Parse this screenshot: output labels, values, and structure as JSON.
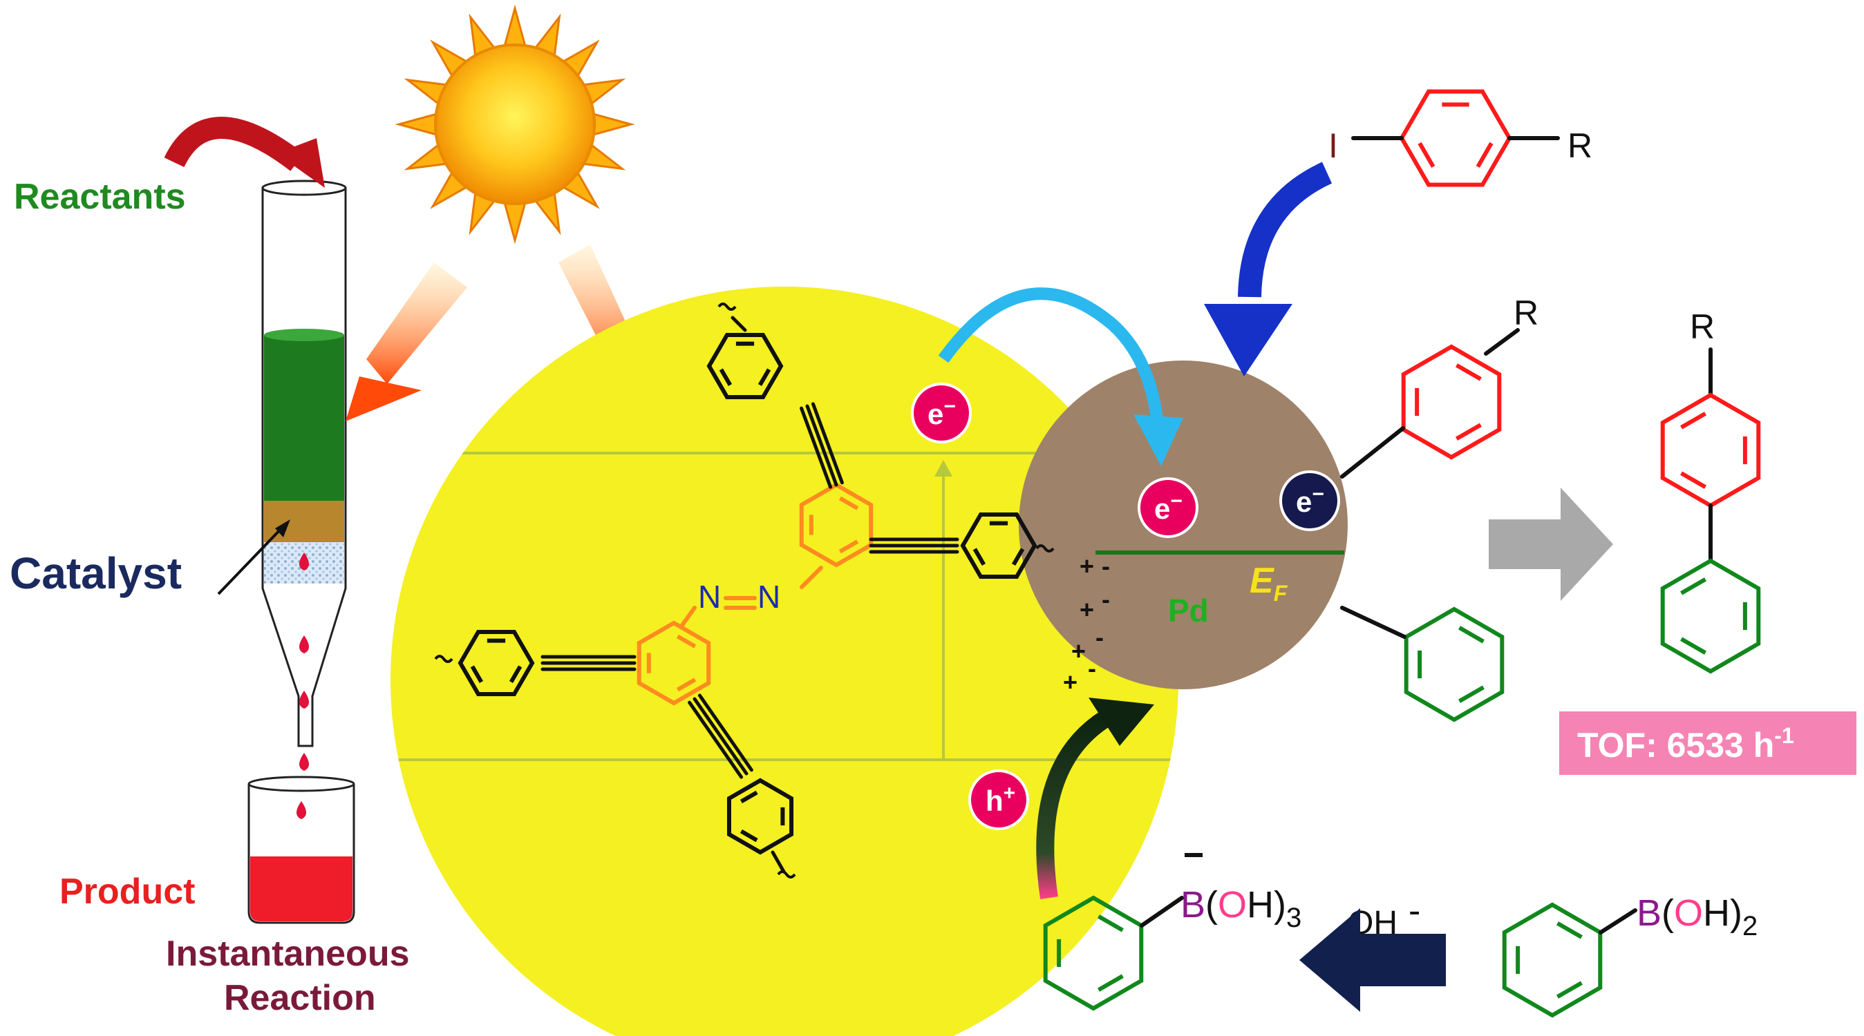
{
  "labels": {
    "reactants": "Reactants",
    "catalyst": "Catalyst",
    "product": "Product",
    "instantaneous_line1": "Instantaneous",
    "instantaneous_line2": "Reaction",
    "electron": "e",
    "electron_charge": "−",
    "hole": "h",
    "hole_charge": "+",
    "pd": "Pd",
    "fermi_main": "E",
    "fermi_sub": "F",
    "nitrogen": "N",
    "iodine": "I",
    "r_group": "R",
    "tof": "TOF: 6533 h",
    "tof_exp": "-1",
    "boronate_b": "B",
    "boronate_open": "(",
    "boronate_o": "O",
    "boronate_close": "H)",
    "boronate_sub": "3",
    "boronate_minus": "−",
    "hydroxide": "OH",
    "hydroxide_minus": "-",
    "boronic_b": "B",
    "boronic_open": "(",
    "boronic_o": "O",
    "boronic_close": "H)",
    "boronic_sub": "2",
    "interface_plus": "+",
    "interface_minus": "-"
  },
  "colors": {
    "semiconductor": "#f4f021",
    "pd_particle": "#9f826a",
    "electron_pink": "#e9005f",
    "electron_navy": "#16194d",
    "aryl_red": "#ff1a1a",
    "phenyl_green": "#11881c",
    "azo_orange": "#ff8a1f",
    "reactant_green": "#1f8a1f",
    "catalyst_navy": "#1a2a5e",
    "product_red": "#e82020",
    "caption_maroon": "#7a1a3a",
    "boron_purple": "#8b1a8b",
    "tof_badge": "#f584b4"
  },
  "icons": [
    "sun-icon",
    "column-icon",
    "beaker-icon",
    "curved-arrow-icon",
    "block-arrow-icon"
  ]
}
